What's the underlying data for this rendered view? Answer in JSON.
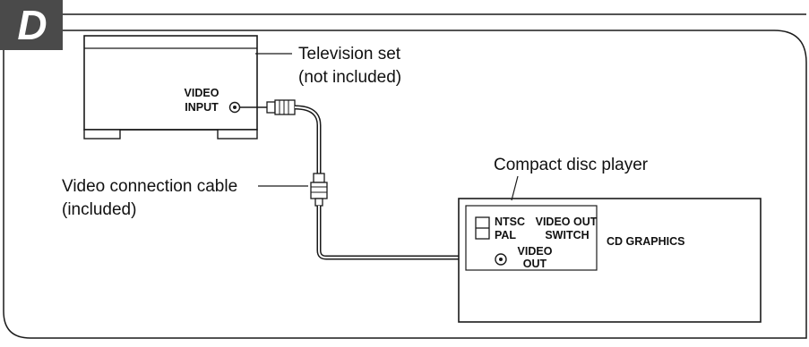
{
  "section_letter": "D",
  "television": {
    "callout_line1": "Television set",
    "callout_line2": "(not included)",
    "jack_label_line1": "VIDEO",
    "jack_label_line2": "INPUT"
  },
  "cable": {
    "callout_line1": "Video connection cable",
    "callout_line2": "(included)"
  },
  "player": {
    "callout": "Compact disc player",
    "switch_option_1": "NTSC",
    "switch_option_2": "PAL",
    "switch_label_line1": "VIDEO OUT",
    "switch_label_line2": "SWITCH",
    "jack_label_line1": "VIDEO",
    "jack_label_line2": "OUT",
    "logo_text": "CD GRAPHICS"
  }
}
